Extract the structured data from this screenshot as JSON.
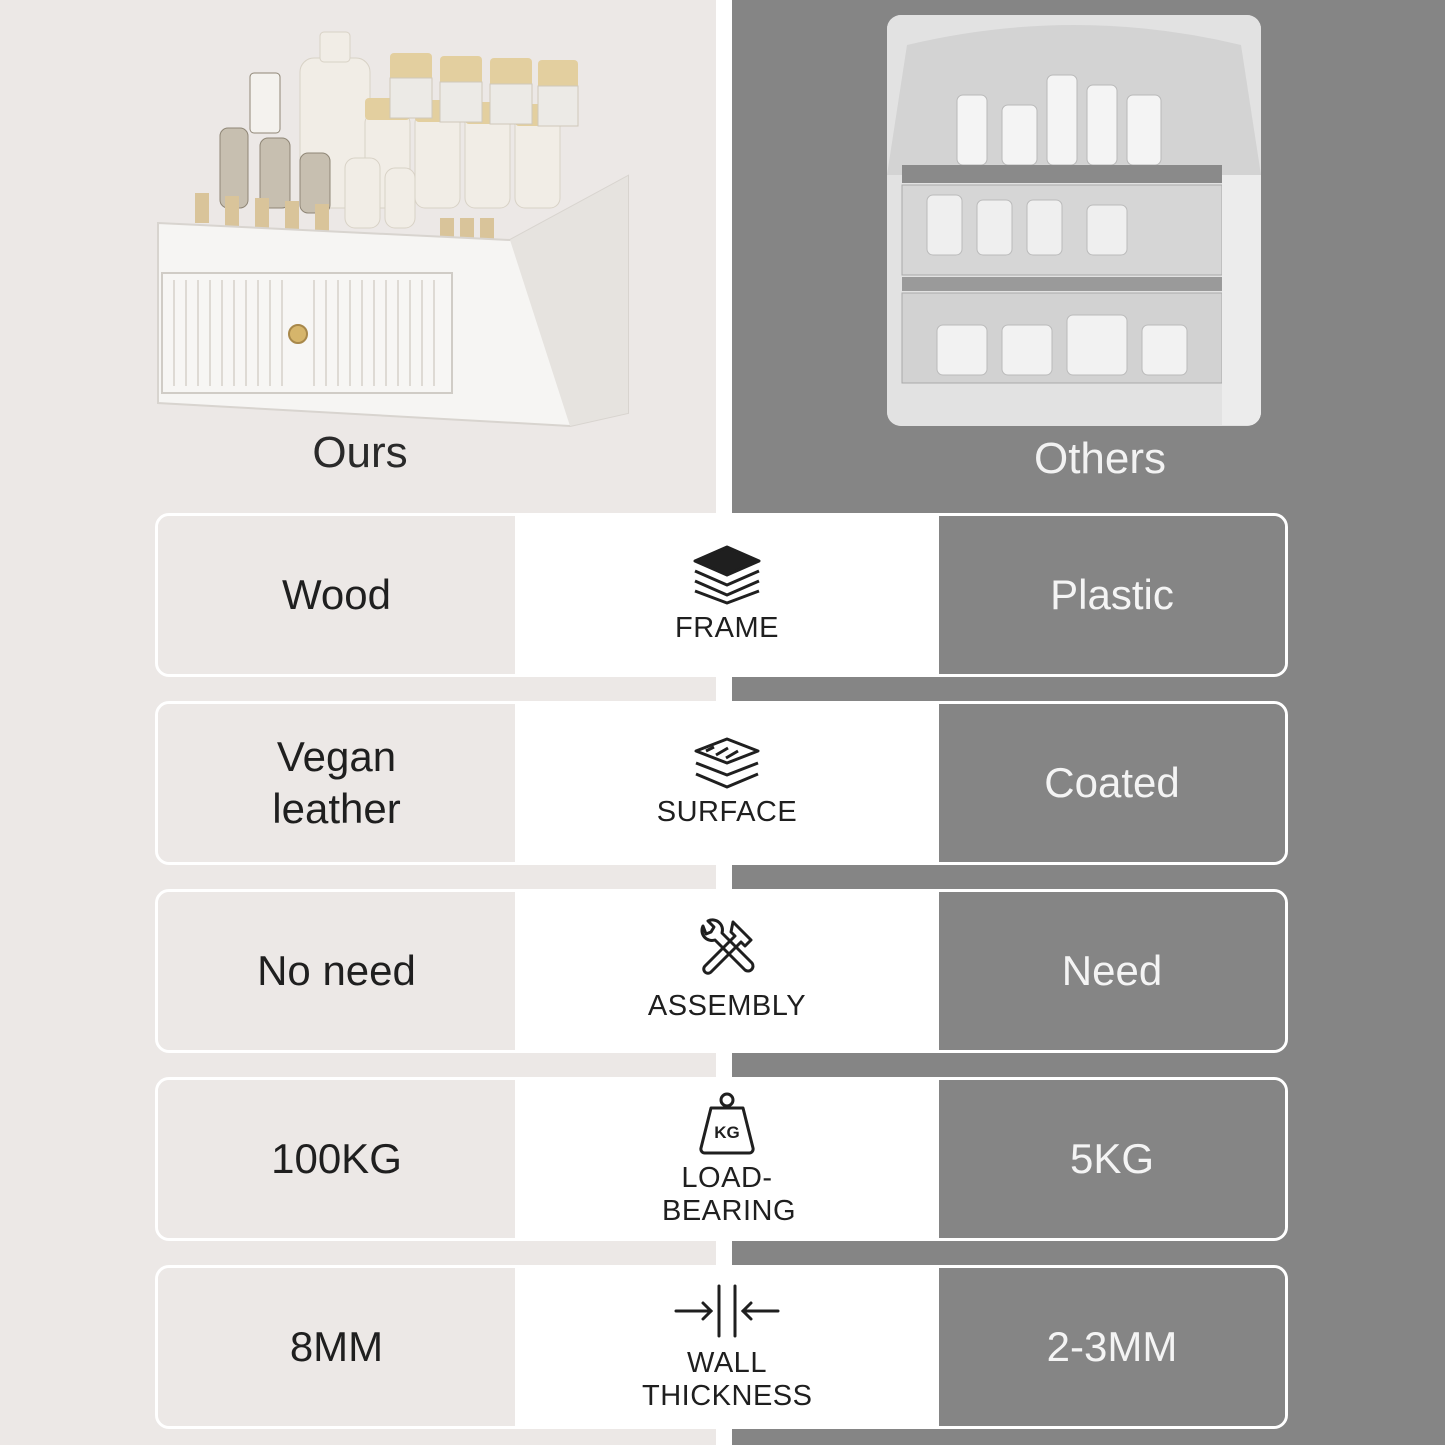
{
  "columns": {
    "ours_title": "Ours",
    "others_title": "Others"
  },
  "rows": [
    {
      "ours": "Wood",
      "feature": "FRAME",
      "others": "Plastic",
      "icon": "layers-board-icon"
    },
    {
      "ours": "Vegan leather",
      "feature": "SURFACE",
      "others": "Coated",
      "icon": "surface-layers-icon"
    },
    {
      "ours": "No need",
      "feature": "ASSEMBLY",
      "others": "Need",
      "icon": "wrench-hammer-icon"
    },
    {
      "ours": "100KG",
      "feature": "LOAD-BEARING",
      "others": "5KG",
      "icon": "kg-weight-icon",
      "icon_text": "KG"
    },
    {
      "ours": "8MM",
      "feature": "WALL THICKNESS",
      "others": "2-3MM",
      "icon": "wall-thickness-icon"
    }
  ],
  "colors": {
    "ours_bg": "#ece8e6",
    "others_bg": "#858585",
    "feature_bg": "#ffffff"
  }
}
